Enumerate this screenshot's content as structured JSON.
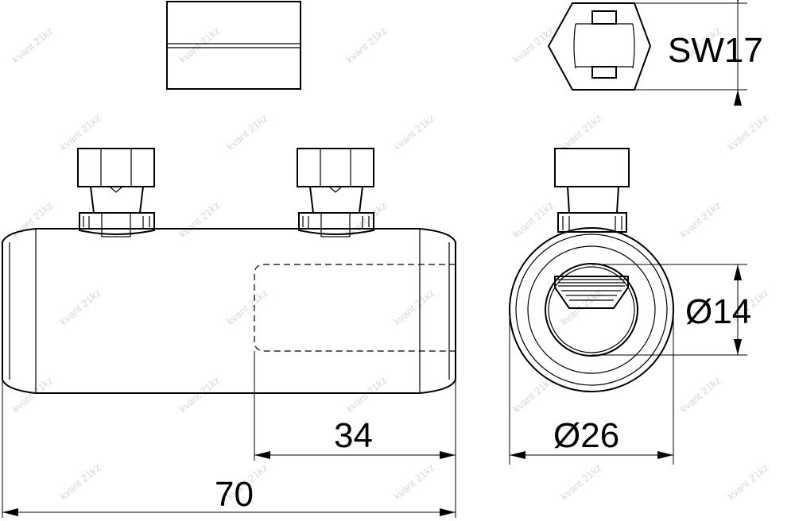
{
  "dimensions": {
    "wrench_size": "SW17",
    "bore_diameter": "Ø14",
    "outer_diameter": "Ø26",
    "half_length": "34",
    "total_length": "70"
  },
  "watermark": "kvant 21kz"
}
